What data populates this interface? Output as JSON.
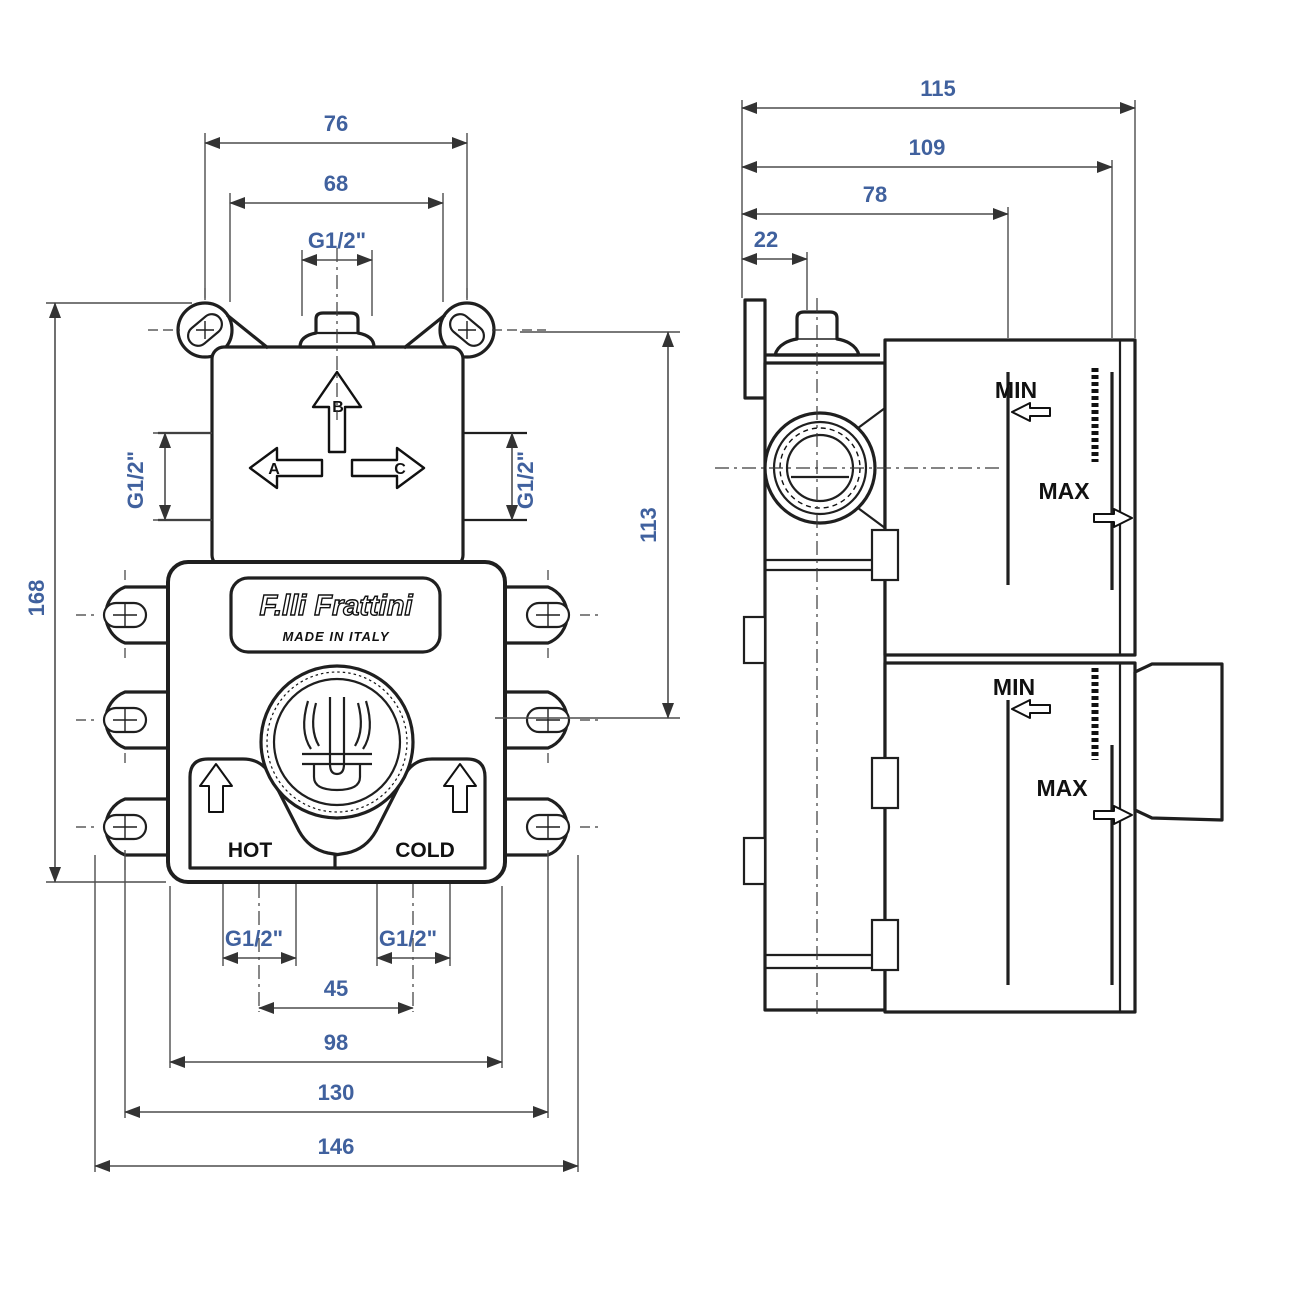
{
  "drawing": {
    "brand": "F.lli Frattini",
    "made_in": "MADE IN ITALY",
    "colors": {
      "dim_text": "#40619e",
      "line": "#1f1f1f"
    },
    "front_view": {
      "dim_top_outer": "76",
      "dim_top_inner": "68",
      "dim_top_port": "G1/2\"",
      "dim_side_port_left": "G1/2\"",
      "dim_side_port_right": "G1/2\"",
      "dim_height": "168",
      "dim_center_height": "113",
      "dim_hot_port": "G1/2\"",
      "dim_cold_port": "G1/2\"",
      "dim_ports_span": "45",
      "dim_body_width": "98",
      "dim_ears_span": "130",
      "dim_total_width": "146",
      "outlet_a": "A",
      "outlet_b": "B",
      "outlet_c": "C",
      "hot": "HOT",
      "cold": "COLD"
    },
    "side_view": {
      "dim_total_depth": "115",
      "dim_max_depth": "109",
      "dim_min_depth": "78",
      "dim_flange_depth": "22",
      "min": "MIN",
      "max": "MAX"
    }
  }
}
